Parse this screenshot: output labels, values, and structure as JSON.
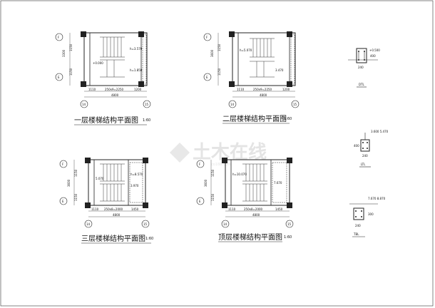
{
  "plans": [
    {
      "title": "一层楼梯结构平面图",
      "scale": "1:60",
      "axis_top": "F",
      "axis_bottom": "E",
      "axis_left": "14",
      "axis_right": "15",
      "dim_total": "4800",
      "dim_segments": [
        "1110",
        "250x9=2250",
        "1200"
      ],
      "left_dims": [
        "3300",
        "1150",
        "1150"
      ],
      "labels": [
        "h=3.570",
        "+0.000",
        "h=1.850"
      ]
    },
    {
      "title": "二层楼梯结构平面图",
      "scale": "1:60",
      "axis_top": "F",
      "axis_bottom": "E",
      "axis_left": "14",
      "axis_right": "15",
      "dim_total": "4800",
      "dim_segments": [
        "1110",
        "250x9=2250",
        "1200"
      ],
      "left_dims": [
        "3600",
        "1150",
        "1150"
      ],
      "labels": [
        "h=5.070",
        "3.470"
      ]
    },
    {
      "title": "三层楼梯结构平面图",
      "scale": "1:60",
      "axis_top": "F",
      "axis_bottom": "E",
      "axis_left": "14",
      "axis_right": "15",
      "dim_total": "4800",
      "dim_segments": [
        "1110",
        "250x8=2000",
        "1450"
      ],
      "left_dims": [
        "3600",
        "1150",
        "1150"
      ],
      "labels": [
        "h=8.570",
        "5.070",
        "3.970"
      ]
    },
    {
      "title": "顶层楼梯结构平面图",
      "scale": "1:60",
      "axis_top": "F",
      "axis_bottom": "E",
      "axis_left": "14",
      "axis_right": "15",
      "dim_total": "4800",
      "dim_segments": [
        "1110",
        "250x8=2000",
        "1450"
      ],
      "left_dims": [
        "3600",
        "1150",
        "1150"
      ],
      "labels": [
        "h=10.070",
        "7.670"
      ]
    }
  ],
  "details": [
    {
      "tag": "DTL",
      "dim_w": "240",
      "dim_h": "400",
      "level": "+0.500"
    },
    {
      "tag": "LTL",
      "dim_w": "240",
      "dim_h": "400",
      "level": "3.600\n5.470"
    },
    {
      "tag": "TBL",
      "dim_w": "240",
      "dim_h": "300",
      "level": "7.670\n8.870"
    }
  ],
  "watermark": "土木在线",
  "watermark_sub": "co188.com"
}
